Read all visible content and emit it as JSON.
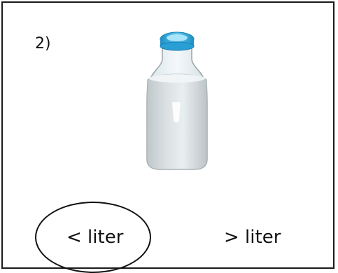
{
  "question": {
    "number": "2)"
  },
  "image": {
    "icon": "milk-bottle-icon",
    "colors": {
      "cap": "#3fb6e8",
      "cap_dark": "#1f8ec4",
      "glass": "#e6eef2",
      "milk": "#cfd6d8",
      "outline": "#9aa4a8"
    }
  },
  "choices": [
    {
      "label": "< liter",
      "circled": true
    },
    {
      "label": "> liter",
      "circled": false
    }
  ]
}
